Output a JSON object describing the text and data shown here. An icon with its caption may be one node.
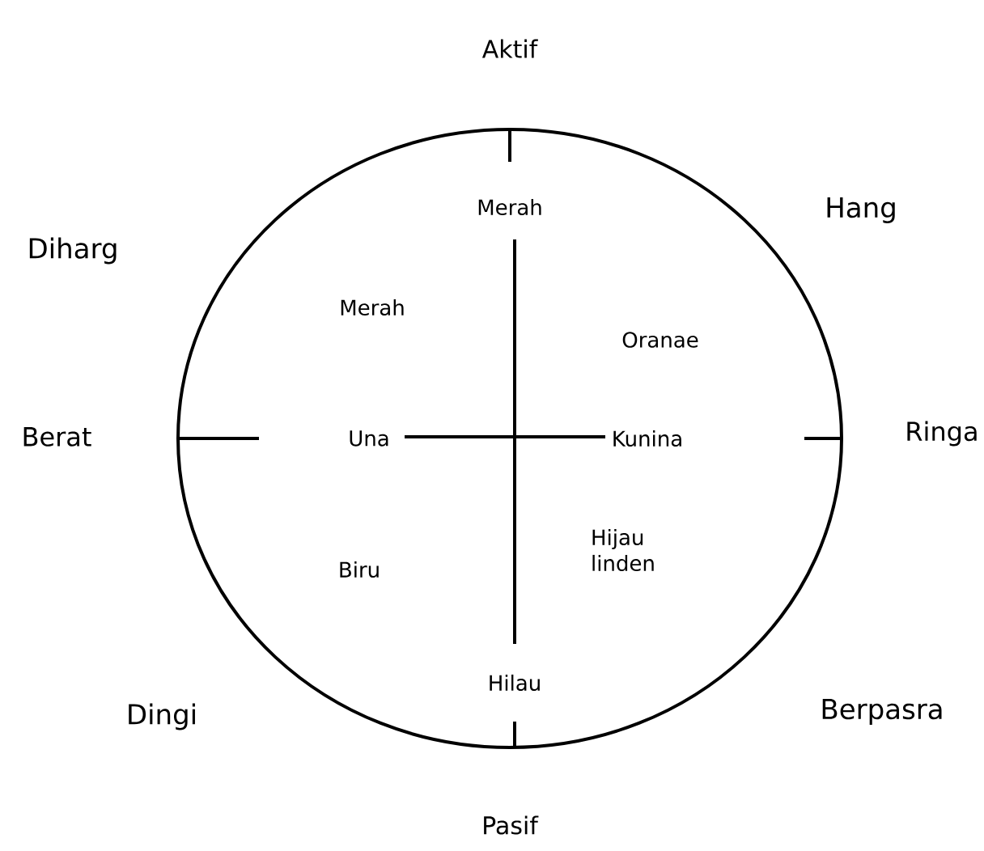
{
  "diagram": {
    "labels": [
      "Aktif",
      "Diharg",
      "Hang",
      "Merah",
      "Merah",
      "Oranae",
      "Berat",
      "Una",
      "Kunina",
      "Ringa",
      "Hijau linden",
      "Biru",
      "Hilau",
      "Dingi",
      "Berpasra",
      "Pasif"
    ]
  }
}
